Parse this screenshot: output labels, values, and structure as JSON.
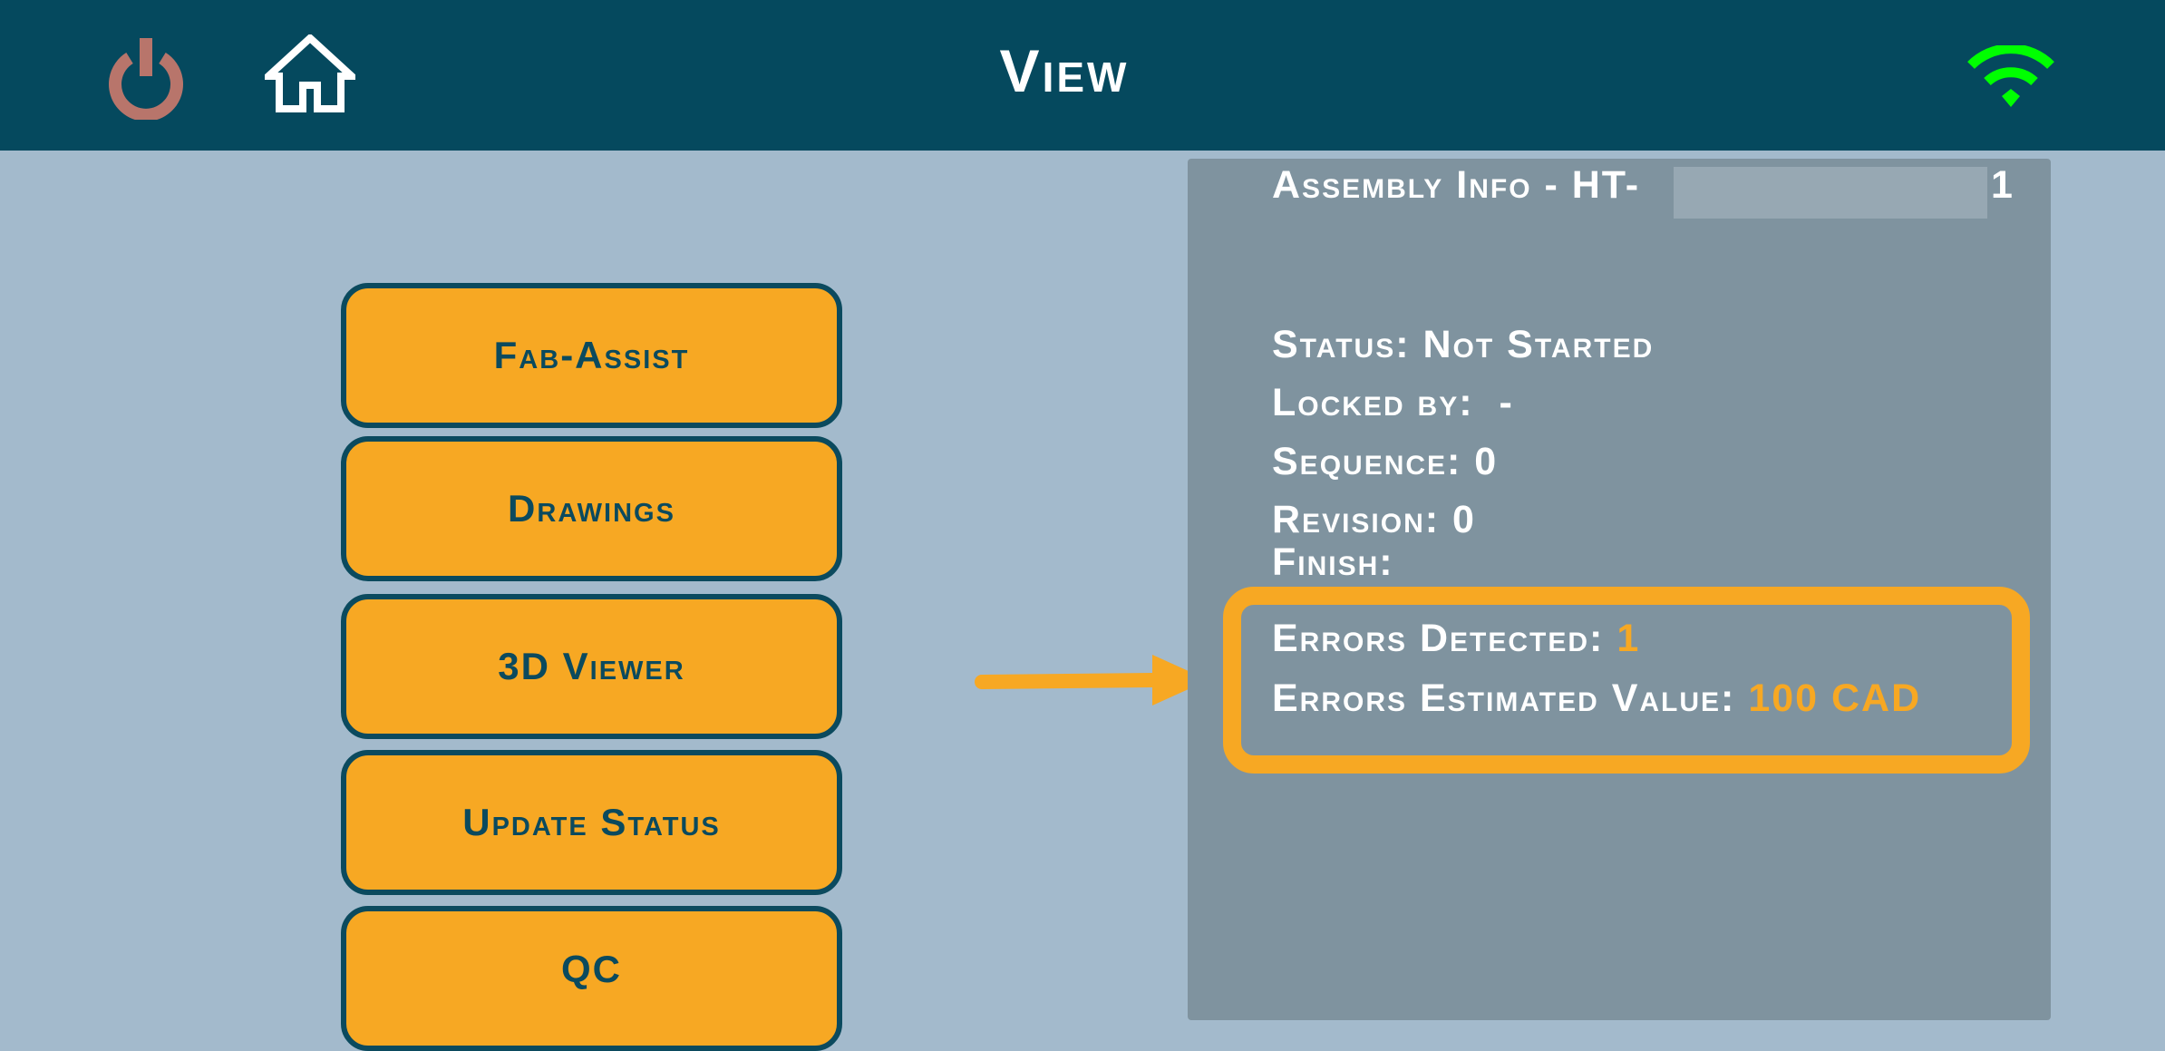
{
  "header": {
    "title": "View"
  },
  "icons": {
    "power": "power-icon",
    "home": "home-icon",
    "wifi": "wifi-icon"
  },
  "colors": {
    "header": "#05495e",
    "accent": "#f7a823",
    "wifi": "#00ff00",
    "power": "#b8756b"
  },
  "menu": [
    {
      "label": "Fab-Assist"
    },
    {
      "label": "Drawings"
    },
    {
      "label": "3D Viewer"
    },
    {
      "label": "Update Status"
    },
    {
      "label": "QC"
    }
  ],
  "assembly": {
    "title_prefix": "Assembly Info - HT-",
    "title_suffix": "1",
    "status": "Status: Not Started",
    "locked_by": "Locked by:  -",
    "sequence": "Sequence: 0",
    "revision": "Revision: 0",
    "finish": "Finish:",
    "errors_detected_label": "Errors Detected:",
    "errors_detected_value": "1",
    "errors_value_label": "Errors Estimated Value:",
    "errors_value_value": "100 CAD"
  }
}
